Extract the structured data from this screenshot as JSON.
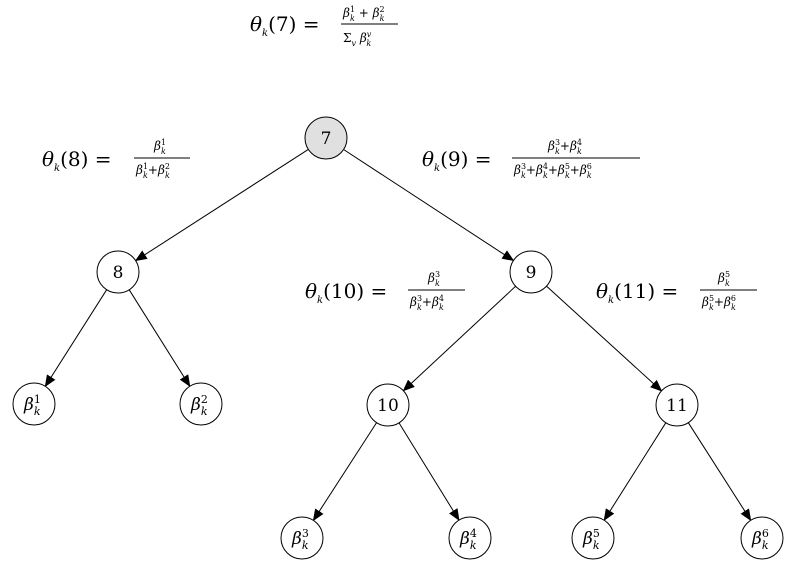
{
  "tree": {
    "nodes": [
      {
        "id": "7",
        "label": "7",
        "highlighted": true
      },
      {
        "id": "8",
        "label": "8",
        "highlighted": false
      },
      {
        "id": "9",
        "label": "9",
        "highlighted": false
      },
      {
        "id": "10",
        "label": "10",
        "highlighted": false
      },
      {
        "id": "11",
        "label": "11",
        "highlighted": false
      }
    ],
    "leaves": [
      {
        "id": "b1",
        "base": "β",
        "sup": "1",
        "sub": "k"
      },
      {
        "id": "b2",
        "base": "β",
        "sup": "2",
        "sub": "k"
      },
      {
        "id": "b3",
        "base": "β",
        "sup": "3",
        "sub": "k"
      },
      {
        "id": "b4",
        "base": "β",
        "sup": "4",
        "sub": "k"
      },
      {
        "id": "b5",
        "base": "β",
        "sup": "5",
        "sub": "k"
      },
      {
        "id": "b6",
        "base": "β",
        "sup": "6",
        "sub": "k"
      }
    ],
    "edges": [
      [
        "7",
        "8"
      ],
      [
        "7",
        "9"
      ],
      [
        "8",
        "b1"
      ],
      [
        "8",
        "b2"
      ],
      [
        "9",
        "10"
      ],
      [
        "9",
        "11"
      ],
      [
        "10",
        "b3"
      ],
      [
        "10",
        "b4"
      ],
      [
        "11",
        "b5"
      ],
      [
        "11",
        "b6"
      ]
    ],
    "colors": {
      "highlight_fill": "#e0e0e0",
      "node_fill": "#ffffff",
      "stroke": "#000000"
    }
  },
  "equations": {
    "theta7": {
      "lhs": "θk(7) =",
      "numerator": "β1k + β2k",
      "denominator": "Σv βvk"
    },
    "theta8": {
      "lhs": "θk(8) =",
      "numerator": "β1k",
      "denominator": "β1k + β2k"
    },
    "theta9": {
      "lhs": "θk(9) =",
      "numerator": "β3k + β4k",
      "denominator": "β3k + β4k + β5k + β6k"
    },
    "theta10": {
      "lhs": "θk(10) =",
      "numerator": "β3k",
      "denominator": "β3k + β4k"
    },
    "theta11": {
      "lhs": "θk(11) =",
      "numerator": "β5k",
      "denominator": "β5k + β6k"
    }
  }
}
